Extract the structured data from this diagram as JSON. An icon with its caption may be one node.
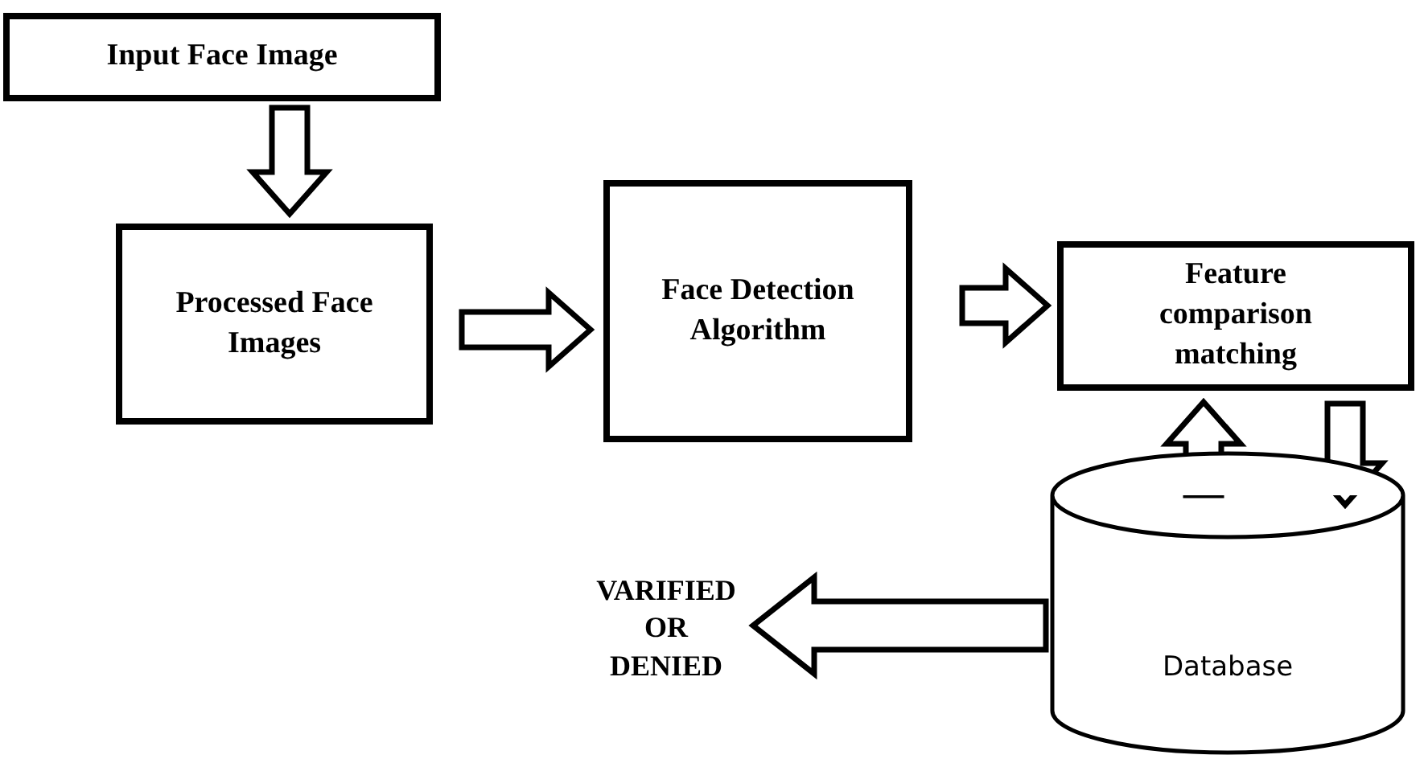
{
  "diagram": {
    "nodes": [
      {
        "text": [
          "Input Face Image"
        ]
      },
      {
        "text": [
          "Processed Face Images"
        ]
      },
      {
        "text": [
          "Face Detection Algorithm"
        ]
      },
      {
        "text": [
          "Feature comparison matching"
        ]
      },
      {
        "text": [
          "Database"
        ]
      },
      {
        "text": [
          "VARIFIED OR DENIED"
        ]
      }
    ],
    "edges": [
      {
        "from": 0,
        "to": 1,
        "arrow": "to"
      },
      {
        "from": 1,
        "to": 2,
        "arrow": "to"
      },
      {
        "from": 2,
        "to": 3,
        "arrow": "to"
      },
      {
        "from": 4,
        "to": 3,
        "arrow": "to"
      },
      {
        "from": 3,
        "to": 4,
        "arrow": "to"
      },
      {
        "from": 4,
        "to": 5,
        "arrow": "to"
      }
    ]
  }
}
